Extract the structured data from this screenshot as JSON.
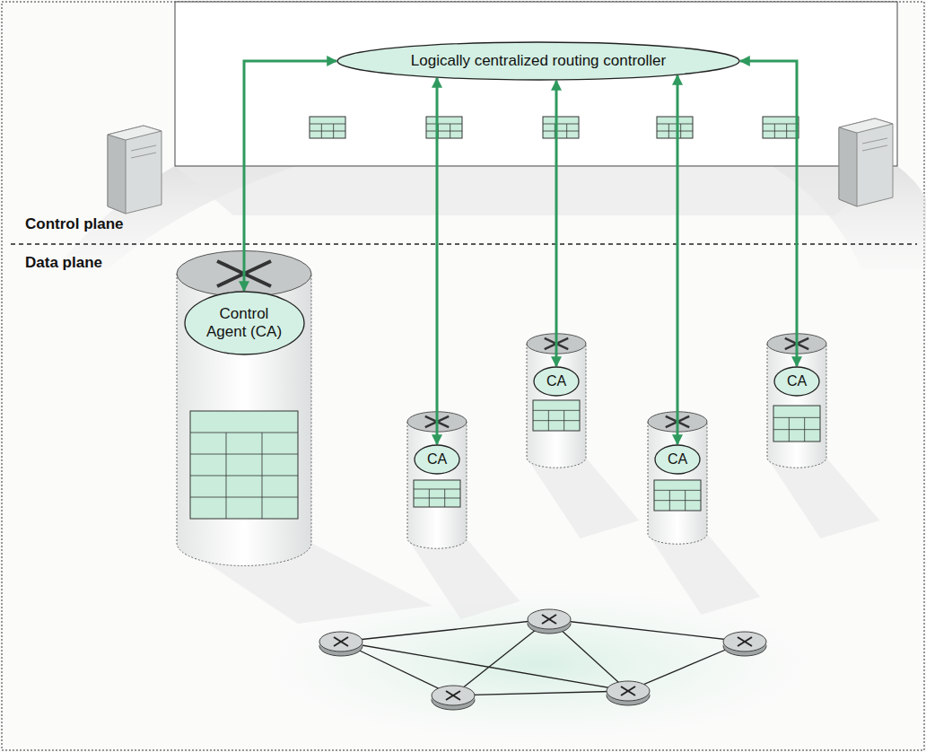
{
  "diagram": {
    "nodes": [
      {
        "text": [
          "Logically centralized routing controller"
        ]
      },
      {
        "text": [
          "Control Agent (CA)"
        ]
      },
      {
        "text": [
          "CA"
        ]
      },
      {
        "text": [
          "CA"
        ]
      },
      {
        "text": [
          "CA"
        ]
      },
      {
        "text": [
          "CA"
        ]
      }
    ],
    "edges": [
      {
        "from": 0,
        "to": 1,
        "arrow": "both"
      },
      {
        "from": 0,
        "to": 2,
        "arrow": "both"
      },
      {
        "from": 0,
        "to": 3,
        "arrow": "both"
      },
      {
        "from": 0,
        "to": 4,
        "arrow": "both"
      },
      {
        "from": 0,
        "to": 5,
        "arrow": "both"
      }
    ],
    "labels": [
      "Control plane",
      "Data plane"
    ]
  }
}
